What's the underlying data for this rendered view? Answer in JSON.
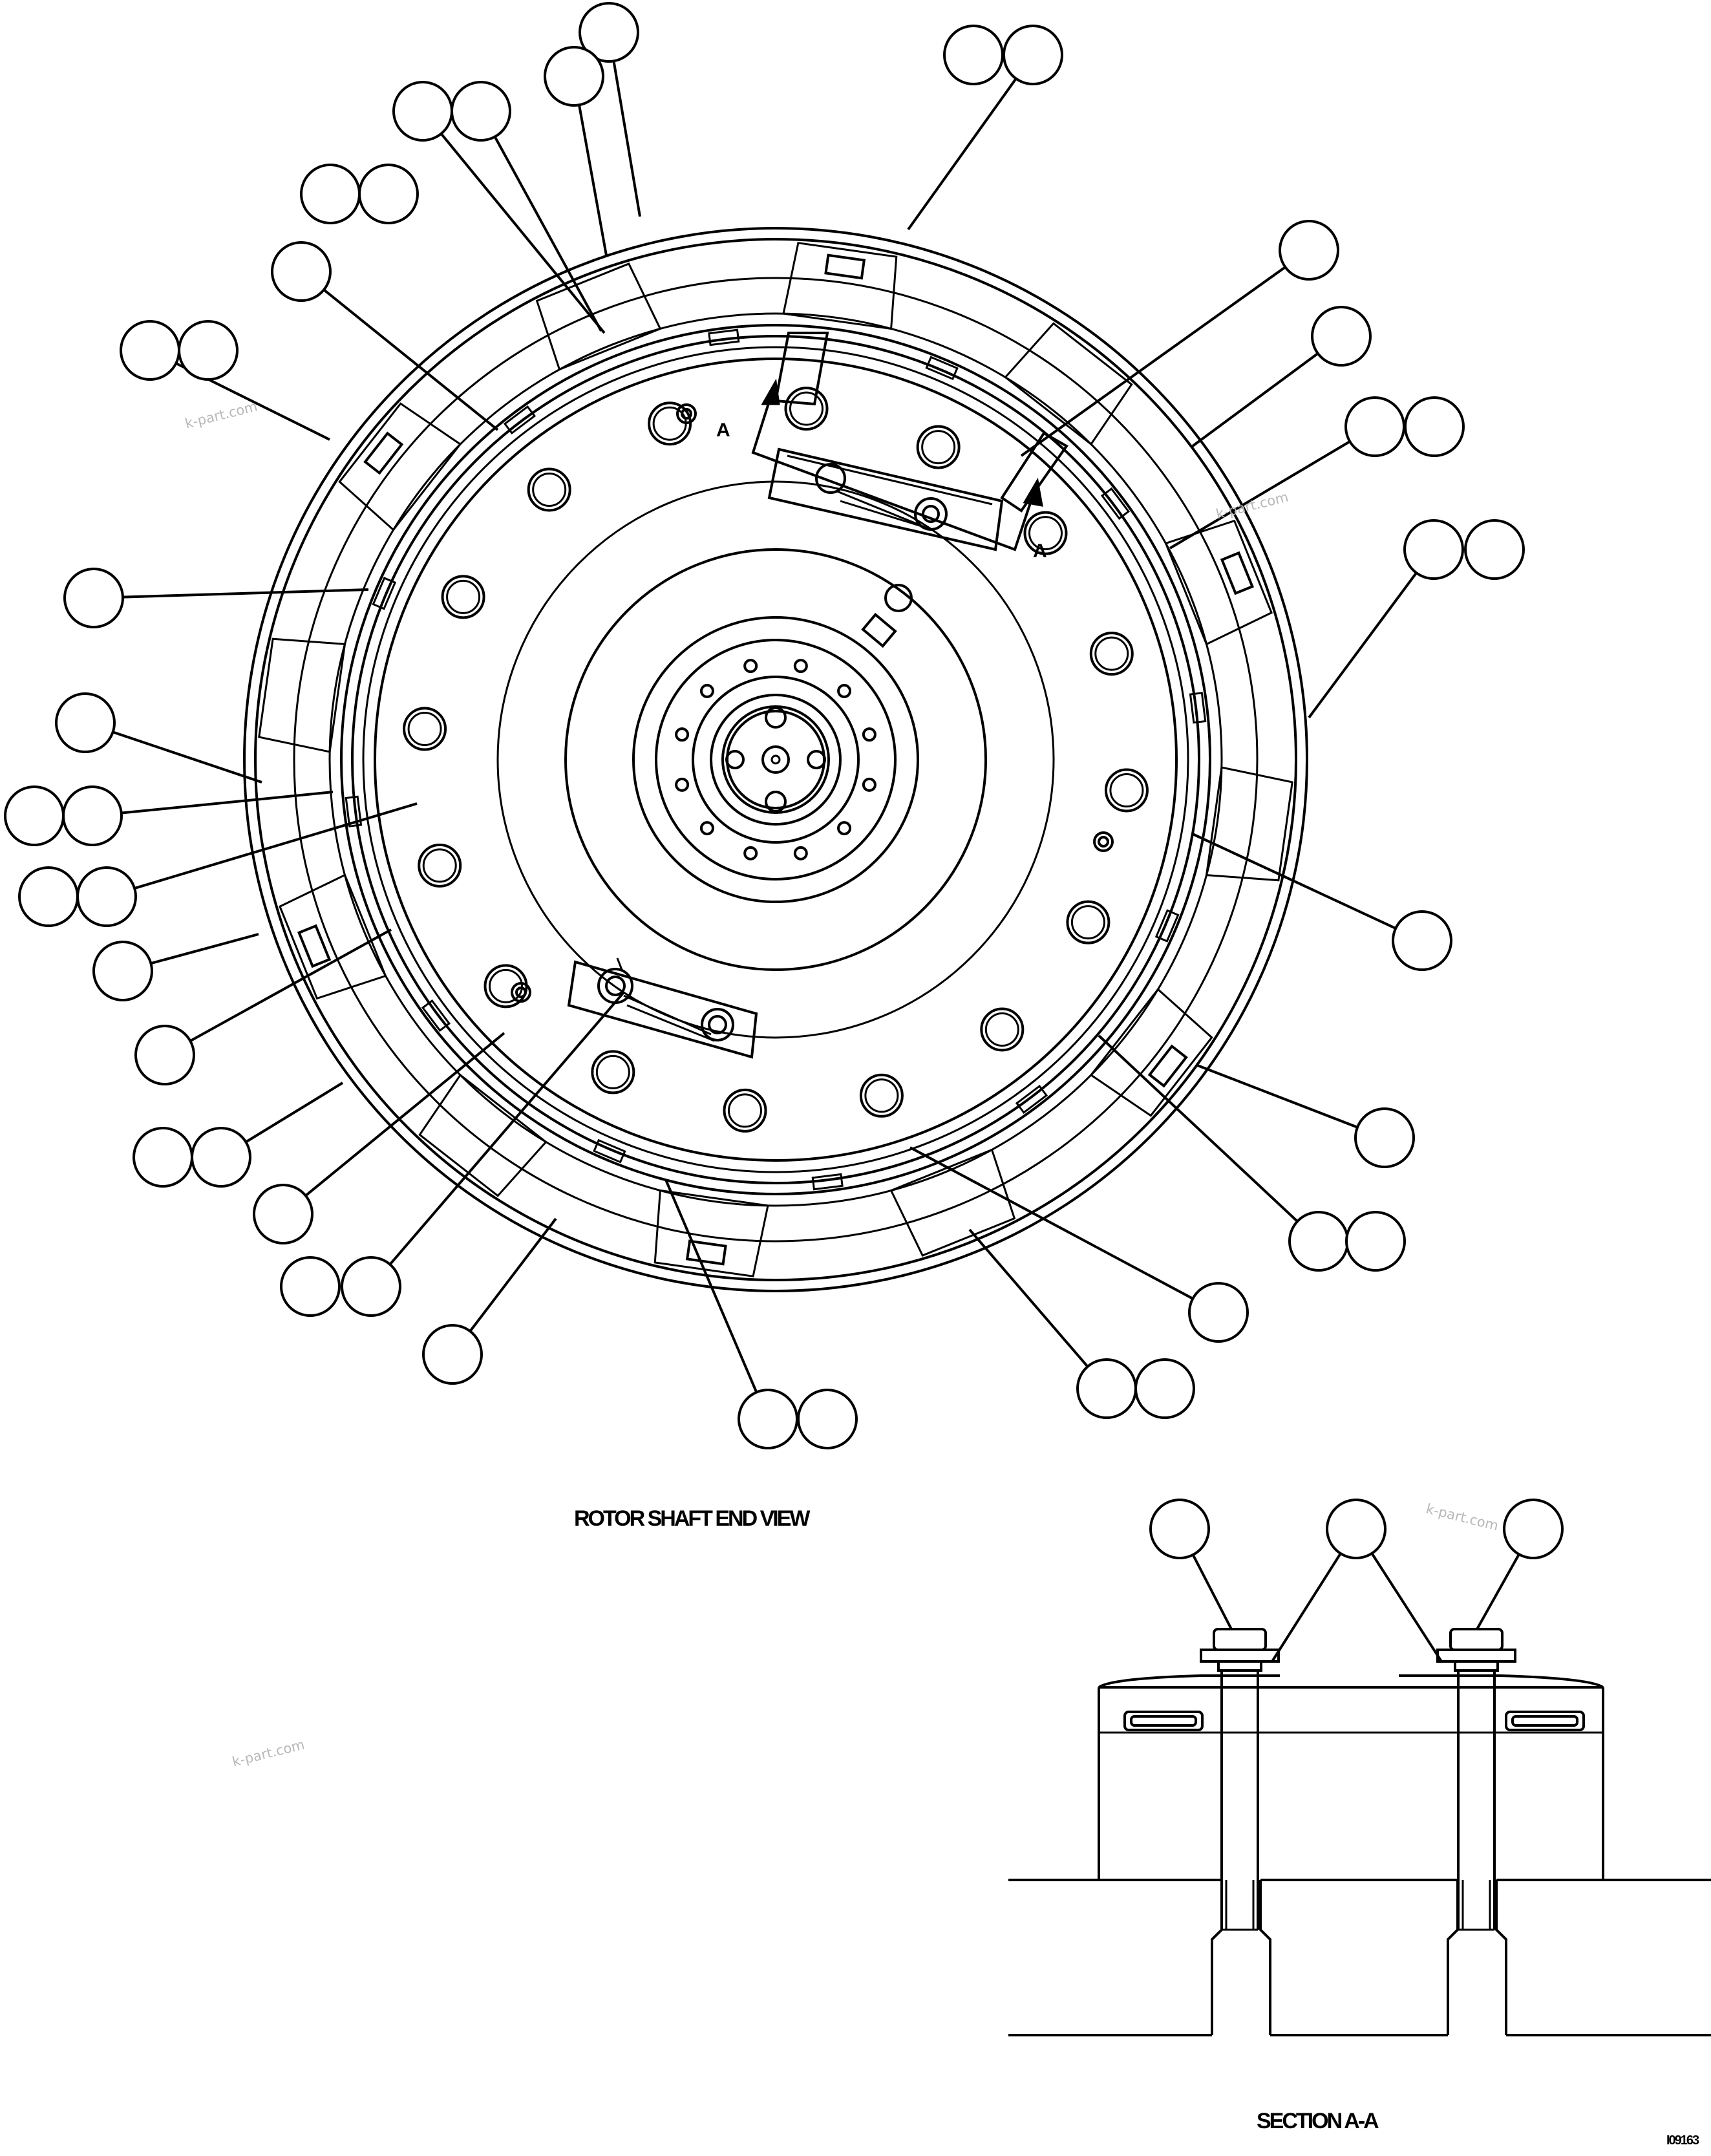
{
  "captions": {
    "end_view": "ROTOR SHAFT END VIEW",
    "section": "SECTION A-A",
    "code": "I09163"
  },
  "section_markers": {
    "left": "A",
    "right": "A"
  },
  "watermark": "k-part.com",
  "colors": {
    "ink": "#000000",
    "paper": "#ffffff",
    "watermark": "#b8b8b8"
  }
}
